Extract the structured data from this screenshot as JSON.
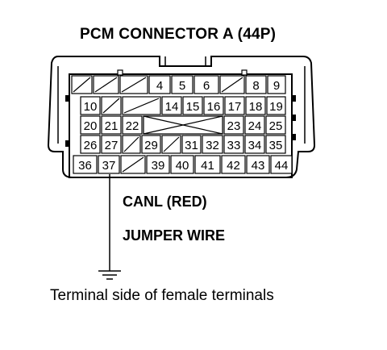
{
  "title": "PCM CONNECTOR A (44P)",
  "wire_label": "CANL (RED)",
  "jumper_label": "JUMPER WIRE",
  "caption": "Terminal side of female terminals",
  "connector": {
    "rows": [
      [
        "",
        "",
        "",
        "4",
        "5",
        "6",
        "",
        "8",
        "9"
      ],
      [
        "10",
        "",
        "",
        "14",
        "15",
        "16",
        "17",
        "18",
        "19"
      ],
      [
        "20",
        "21",
        "22",
        "",
        "",
        "",
        "23",
        "24",
        "25"
      ],
      [
        "26",
        "27",
        "",
        "29",
        "",
        "31",
        "32",
        "33",
        "34",
        "35"
      ],
      [
        "36",
        "37",
        "",
        "39",
        "40",
        "41",
        "42",
        "43",
        "44"
      ]
    ],
    "probed_terminal": "37"
  }
}
